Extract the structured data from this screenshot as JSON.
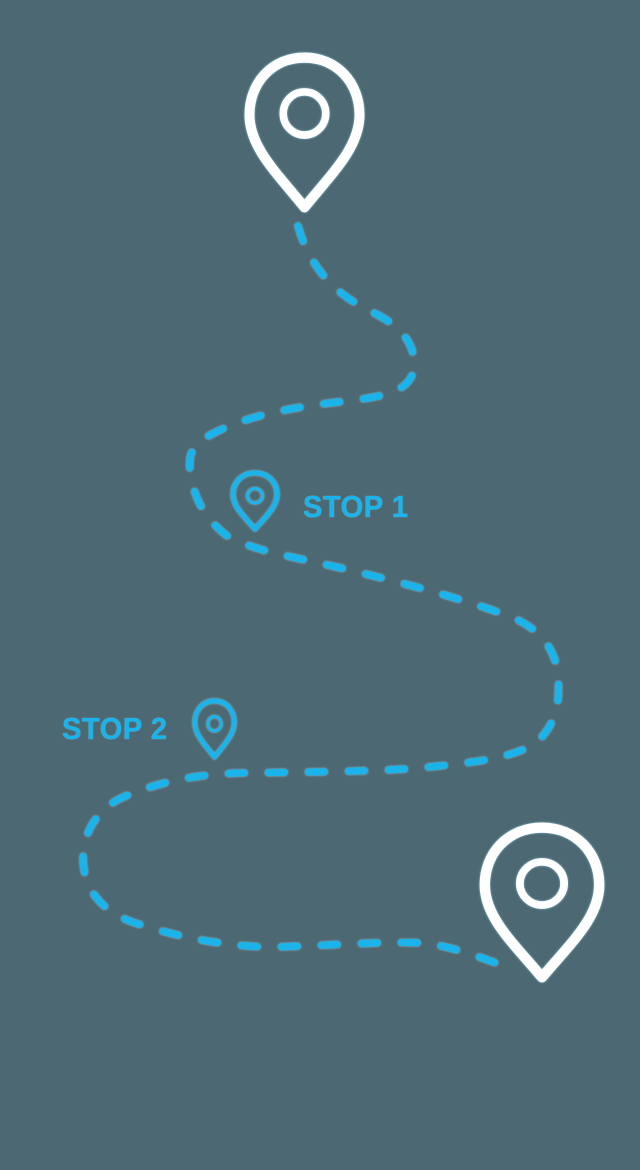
{
  "illustration": {
    "type": "route-journey-map",
    "colors": {
      "background": "#4C6872",
      "accent": "#1AB3EA",
      "pin_fill": "#FFFFFF"
    },
    "route": {
      "style": "dashed",
      "start_marker": "large white map pin (top)",
      "end_marker": "large white map pin (bottom right)"
    },
    "stops": [
      {
        "label": "STOP 1"
      },
      {
        "label": "STOP 2"
      }
    ]
  }
}
